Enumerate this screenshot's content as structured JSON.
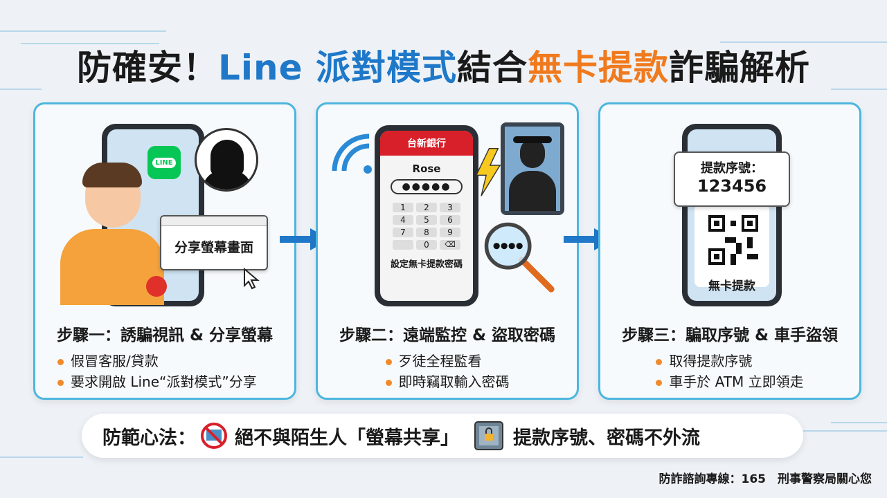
{
  "title": {
    "part1": "防確安！",
    "part2": "Line 派對模式",
    "part3": "結合",
    "part4": "無卡提款",
    "part5": "詐騙解析"
  },
  "colors": {
    "blue": "#1f78c8",
    "orange": "#f07a1e",
    "card_border": "#4cb6de",
    "line_green": "#06c755",
    "bank_red": "#d8202a"
  },
  "steps": [
    {
      "title": "步驟一：誘騙視訊 & 分享螢幕",
      "bullets": [
        "假冒客服/貸款",
        "要求開啟 Line“派對模式”分享"
      ],
      "illustration": {
        "app_icon": "LINE",
        "popup": "分享螢幕畫面"
      }
    },
    {
      "title": "步驟二：遠端監控 & 盜取密碼",
      "bullets": [
        "歹徒全程監看",
        "即時竊取輸入密碼"
      ],
      "illustration": {
        "bank": "台新銀行",
        "user": "Rose",
        "keys": [
          "1",
          "2",
          "3",
          "4",
          "5",
          "6",
          "7",
          "8",
          "9",
          "0"
        ],
        "caption": "設定無卡提款密碼"
      }
    },
    {
      "title": "步驟三：騙取序號 & 車手盜領",
      "bullets": [
        "取得提款序號",
        "車手於 ATM 立即領走"
      ],
      "illustration": {
        "code_label": "提款序號：",
        "code": "123456",
        "caption": "無卡提款"
      }
    }
  ],
  "tips": {
    "label": "防範心法：",
    "tip1": "絕不與陌生人「螢幕共享」",
    "tip2": "提款序號、密碼不外流"
  },
  "footer": "防詐諮詢專線：165　刑事警察局關心您"
}
